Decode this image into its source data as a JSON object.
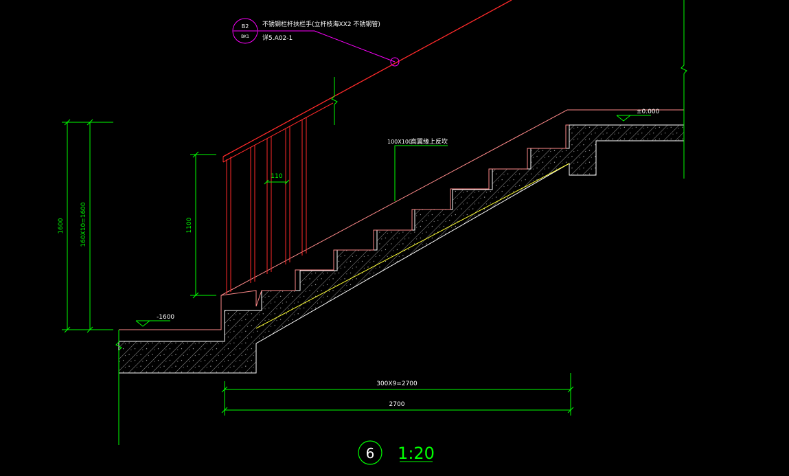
{
  "drawing": {
    "callout": {
      "detail_top": "B2",
      "detail_bottom": "BK1",
      "note_line1": "不锈钢栏杆扶栏手(立杆枝海XX2  不锈钢管)",
      "note_line2": "详5.A02-1"
    },
    "dimensions": {
      "height_total": "1600",
      "height_steps": "160X10=1600",
      "rail_height": "1100",
      "baluster_spacing": "110",
      "slab_note_size": "100X100",
      "slab_note_text": "高翼缘上反坎",
      "run_steps": "300X9=2700",
      "run_total": "2700"
    },
    "levels": {
      "bottom": "-1600",
      "top": "±0.000"
    },
    "title": {
      "number": "6",
      "scale": "1:20"
    },
    "colors": {
      "background": "#000000",
      "dimension": "#00ff00",
      "railing": "#ff2a2a",
      "stair_outline": "#ff8a8a",
      "structure": "#ffffff",
      "inner_line": "#ffff33",
      "callout": "#ff00ff"
    }
  }
}
